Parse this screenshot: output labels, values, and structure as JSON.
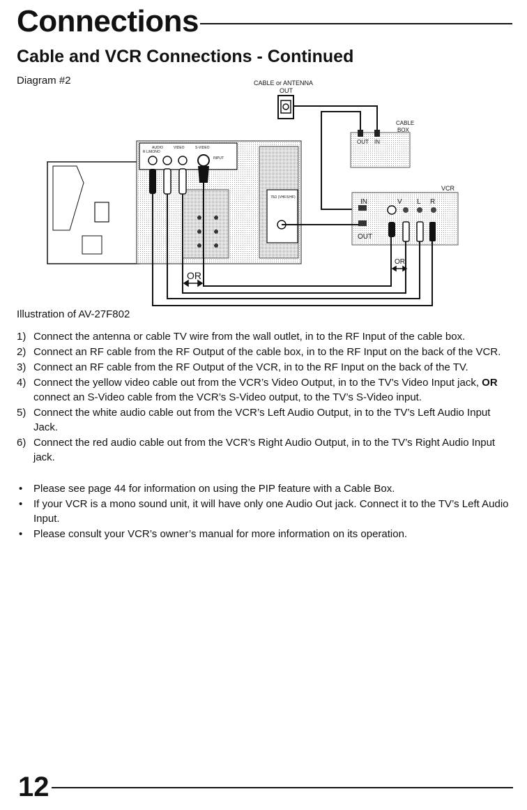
{
  "header": {
    "title": "Connections",
    "subtitle": "Cable and VCR Connections - Continued"
  },
  "diagram": {
    "label": "Diagram #2",
    "cable_source_label": "CABLE or ANTENNA",
    "cable_source_port": "OUT",
    "cable_box_label_1": "CABLE",
    "cable_box_label_2": "BOX",
    "cable_box_out": "OUT",
    "cable_box_in": "IN",
    "vcr_label": "VCR",
    "vcr_in": "IN",
    "vcr_out": "OUT",
    "vcr_v": "V",
    "vcr_l": "L",
    "vcr_r": "R",
    "or_left": "OR",
    "or_right": "OR",
    "tv_audio": "AUDIO",
    "tv_video": "VIDEO",
    "tv_svideo": "S-VIDEO",
    "tv_lmono": "R   L/MONO",
    "tv_input": "INPUT",
    "tv_ant": "75Ω (VHF/UHF)",
    "caption": "Illustration of AV-27F802"
  },
  "steps": [
    {
      "num": "1)",
      "text": "Connect the antenna or cable TV wire from the wall outlet, in to the RF Input of the cable box."
    },
    {
      "num": "2)",
      "text": "Connect an RF cable from the RF Output of the cable box, in to the RF Input on the back of the VCR."
    },
    {
      "num": "3)",
      "text": "Connect an RF cable from the RF Output of the VCR, in to the RF Input on the back of the TV."
    },
    {
      "num": "4)",
      "text_before": "Connect the yellow video cable out from the VCR’s Video Output, in to the TV’s Video Input jack,",
      "text_bold": "OR",
      "text_after": "connect an S-Video cable from the VCR’s S-Video output, to the TV’s S-Video input."
    },
    {
      "num": "5)",
      "text": "Connect the white audio cable out from the VCR’s Left Audio Output, in to the TV’s Left Audio Input Jack."
    },
    {
      "num": "6)",
      "text": "Connect the red audio cable out from the VCR’s Right Audio Output, in to the TV’s Right Audio Input jack."
    }
  ],
  "notes": [
    {
      "bullet": "•",
      "text": "Please see page 44 for information on using the PIP feature with a Cable Box."
    },
    {
      "bullet": "•",
      "text": "If your VCR is a mono sound unit, it will have only one Audio Out jack. Connect it to the TV’s Left Audio Input."
    },
    {
      "bullet": "•",
      "text": "Please consult your VCR’s owner’s manual for more information on its operation."
    }
  ],
  "footer": {
    "page_number": "12"
  }
}
